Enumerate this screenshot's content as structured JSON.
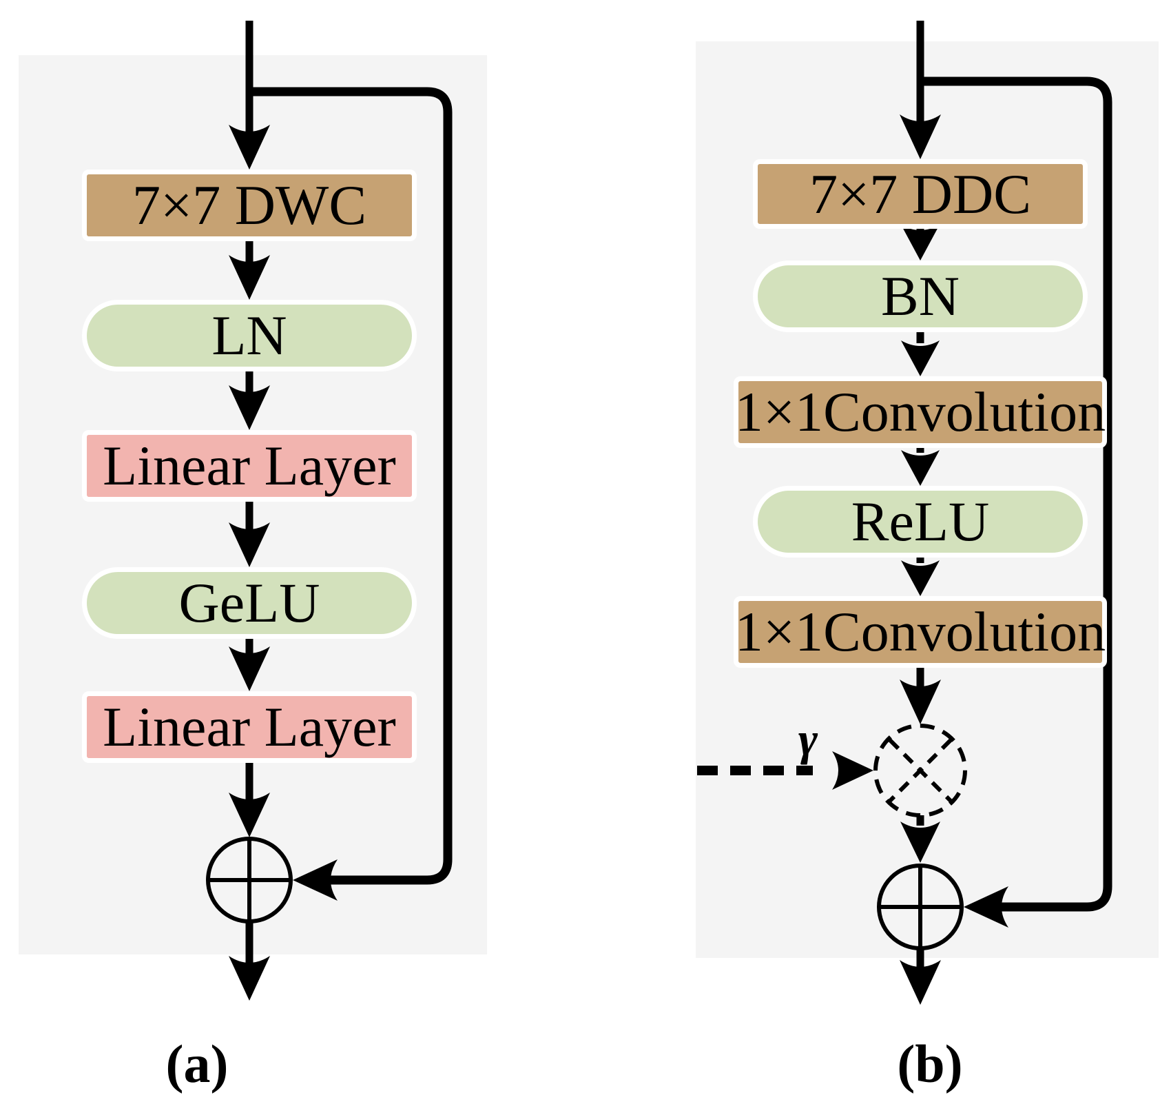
{
  "figure": {
    "colors": {
      "conv": "#c6a273",
      "norm": "#d3e1bc",
      "linear": "#f2b4af",
      "frame": "#ffffff",
      "panel": "#f4f4f4",
      "line": "#000000"
    },
    "diagram_a": {
      "caption": "(a)",
      "nodes": [
        {
          "label": "7×7 DWC",
          "type": "conv",
          "shape": "rect"
        },
        {
          "label": "LN",
          "type": "norm",
          "shape": "pill"
        },
        {
          "label": "Linear Layer",
          "type": "linear",
          "shape": "rect"
        },
        {
          "label": "GeLU",
          "type": "norm",
          "shape": "pill"
        },
        {
          "label": "Linear Layer",
          "type": "linear",
          "shape": "rect"
        }
      ],
      "operators": [
        {
          "name": "add",
          "symbol": "⊕"
        }
      ]
    },
    "diagram_b": {
      "caption": "(b)",
      "scale_label": "γ",
      "nodes": [
        {
          "label": "7×7 DDC",
          "type": "conv",
          "shape": "rect"
        },
        {
          "label": "BN",
          "type": "norm",
          "shape": "pill"
        },
        {
          "label": "1×1Convolution",
          "type": "conv",
          "shape": "rect"
        },
        {
          "label": "ReLU",
          "type": "norm",
          "shape": "pill"
        },
        {
          "label": "1×1Convolution",
          "type": "conv",
          "shape": "rect"
        }
      ],
      "operators": [
        {
          "name": "multiply",
          "symbol": "⊗"
        },
        {
          "name": "add",
          "symbol": "⊕"
        }
      ]
    }
  }
}
